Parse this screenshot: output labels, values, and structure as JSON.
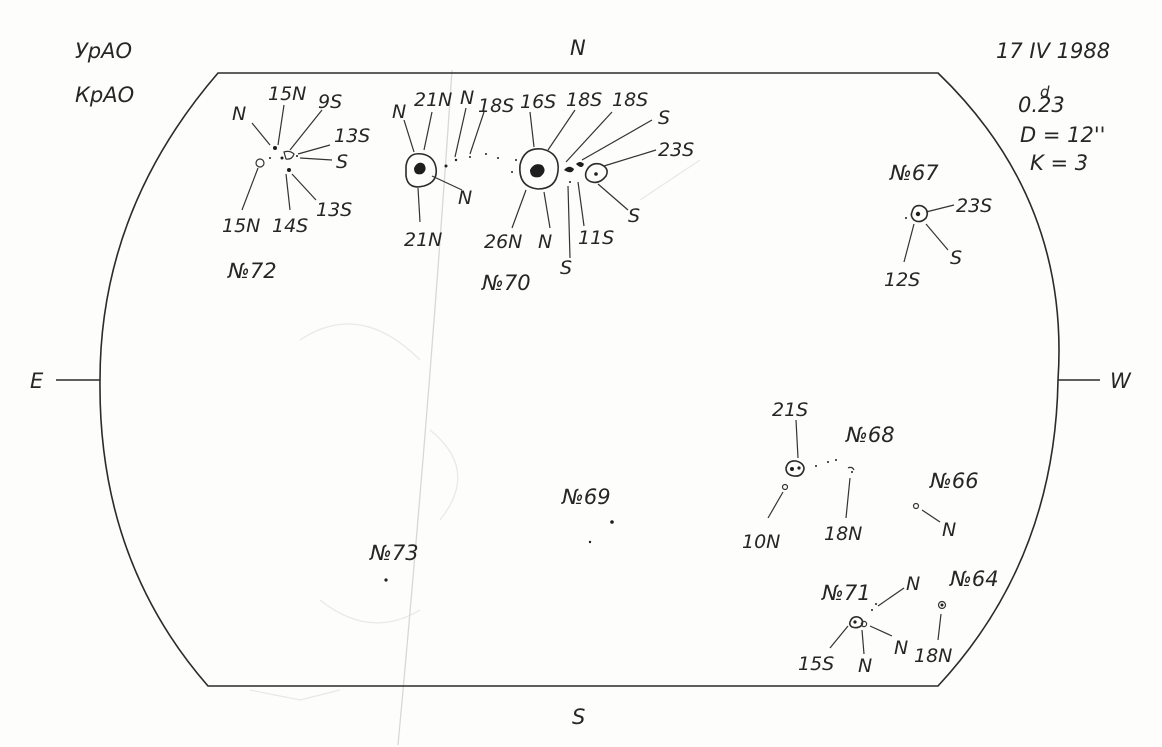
{
  "header": {
    "observatory_line1": "УрАО",
    "observatory_line2": "КрАО",
    "date": "17 IV 1988",
    "time": "0.23",
    "time_superscript": "d",
    "diameter": "D = 12''",
    "k_value": "K = 3"
  },
  "directions": {
    "north": "N",
    "south": "S",
    "east": "E",
    "west": "W"
  },
  "groups": [
    {
      "id": "72",
      "label": "№72",
      "polarity_labels": [
        "N",
        "15N",
        "9S",
        "13S",
        "S",
        "15N",
        "14S",
        "13S"
      ]
    },
    {
      "id": "70",
      "label": "№70",
      "polarity_labels": [
        "N",
        "21N",
        "N",
        "18S",
        "16S",
        "18S",
        "18S",
        "S",
        "23S",
        "21N",
        "N",
        "26N",
        "N",
        "11S",
        "S",
        "S"
      ]
    },
    {
      "id": "67",
      "label": "№67",
      "polarity_labels": [
        "23S",
        "12S",
        "S"
      ]
    },
    {
      "id": "68",
      "label": "№68",
      "polarity_labels": [
        "21S",
        "10N",
        "18N"
      ]
    },
    {
      "id": "66",
      "label": "№66",
      "polarity_labels": [
        "N"
      ]
    },
    {
      "id": "69",
      "label": "№69",
      "polarity_labels": []
    },
    {
      "id": "73",
      "label": "№73",
      "polarity_labels": []
    },
    {
      "id": "71",
      "label": "№71",
      "polarity_labels": [
        "N",
        "15S",
        "N",
        "N"
      ]
    },
    {
      "id": "64",
      "label": "№64",
      "polarity_labels": [
        "18N"
      ]
    }
  ]
}
